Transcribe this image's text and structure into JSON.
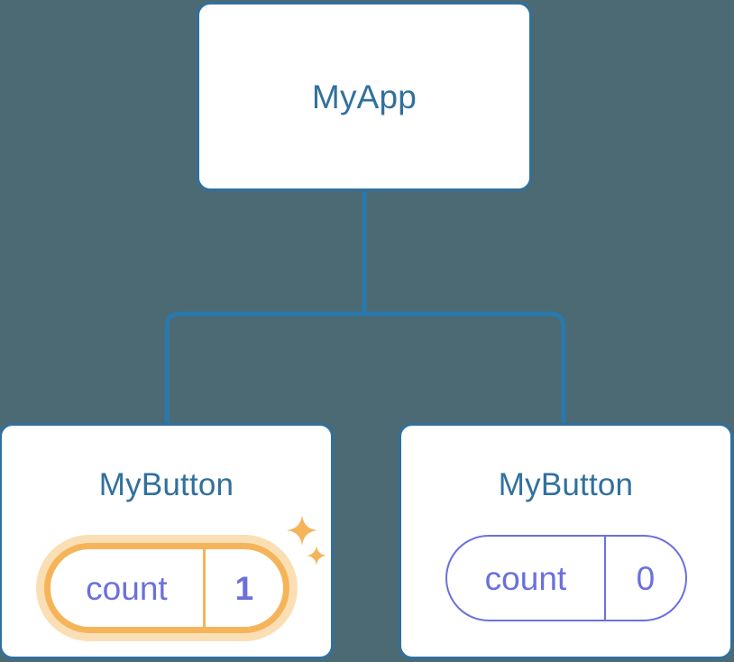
{
  "diagram": {
    "type": "component-tree",
    "background_color": "#4c6a74",
    "edge_color": "#31709e",
    "node_border_color": "#31709e",
    "title_color": "#31709e",
    "state_color": "#6b70dd",
    "highlight_color": "#f5b45a",
    "highlight_glow_color": "#fbdfb4"
  },
  "root": {
    "title": "MyApp"
  },
  "children": [
    {
      "title": "MyButton",
      "state": {
        "key": "count",
        "value": "1"
      },
      "highlighted": "true",
      "sparkle_big": "sparkle-four-point-icon",
      "sparkle_small": "sparkle-four-point-icon"
    },
    {
      "title": "MyButton",
      "state": {
        "key": "count",
        "value": "0"
      },
      "highlighted": "false"
    }
  ]
}
